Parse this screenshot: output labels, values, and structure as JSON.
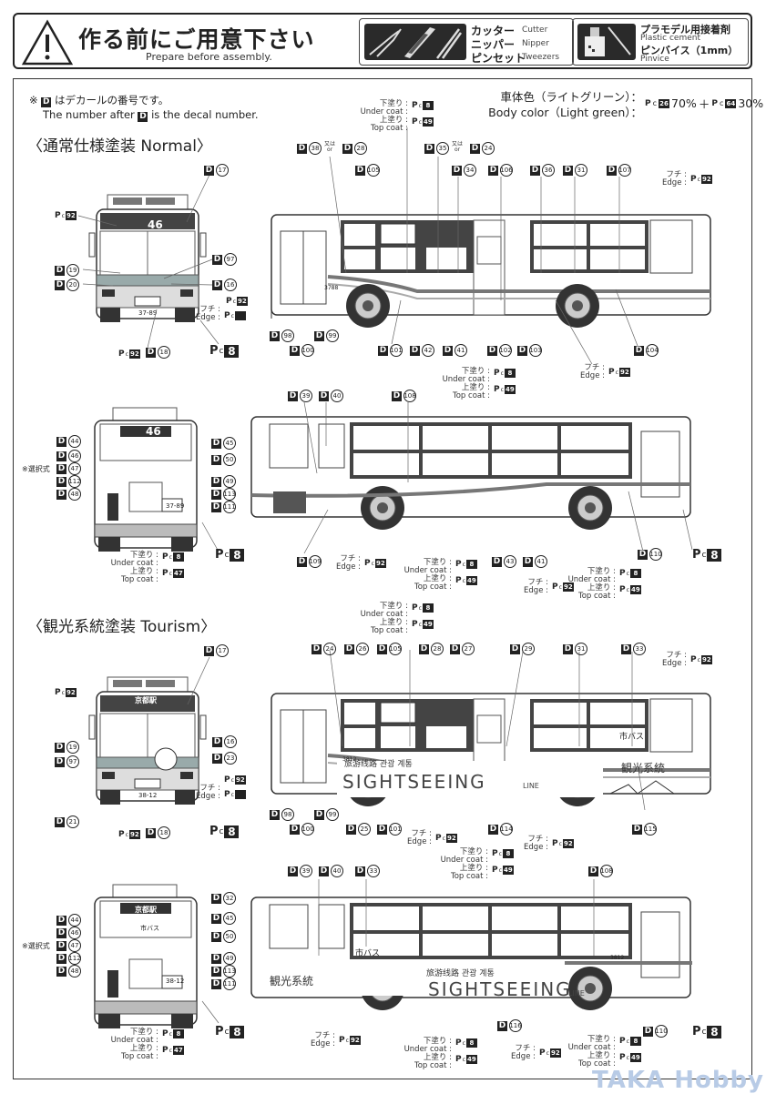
{
  "header": {
    "title": "作る前にご用意下さい",
    "subtitle": "Prepare before assembly.",
    "tools": [
      {
        "jp": "カッター",
        "en": "Cutter"
      },
      {
        "jp": "ニッパー",
        "en": "Nipper"
      },
      {
        "jp": "ピンセット",
        "en": "Tweezers"
      }
    ],
    "supplies": [
      {
        "jp": "プラモデル用接着剤",
        "en": "Plastic cement"
      },
      {
        "jp": "ピンバイス（1mm）",
        "en": "Pinvice"
      }
    ],
    "icons": [
      "warning-triangle-icon",
      "nipper-icon",
      "cutter-icon",
      "tweezers-icon",
      "cement-bottle-icon",
      "pinvice-icon"
    ]
  },
  "notes": {
    "decal_jp": "はデカールの番号です。",
    "decal_en_pre": "The number after",
    "decal_en_post": "is the decal number.",
    "decal_mark": "D",
    "prefix": "※"
  },
  "body_color": {
    "jp": "車体色（ライトグリーン）：",
    "en": "Body color（Light green）：",
    "mix": [
      {
        "paint": "26",
        "pct": "70%"
      },
      {
        "paint": "64",
        "pct": "30%"
      }
    ],
    "plus": "＋"
  },
  "labels": {
    "pc": "P",
    "pc_c": "c",
    "under_jp": "下塗り",
    "under_en": "Under coat",
    "top_jp": "上塗り",
    "top_en": "Top coat",
    "edge_jp": "フチ",
    "edge_en": "Edge",
    "or_jp": "又は",
    "or_en": "or",
    "selectable": "※選択式"
  },
  "sections": {
    "normal": "〈通常仕様塗装 Normal〉",
    "tourism": "〈観光系統塗装 Tourism〉"
  },
  "bus_text": {
    "normal_route": "46",
    "normal_fleet": "3788",
    "normal_plate": "37-89",
    "tourism_fleet": "3812",
    "tourism_plate": "38-12",
    "tourism_dest": "京都駅",
    "tourism_sightseeing": "SIGHTSEEING",
    "tourism_line": "LINE",
    "tourism_kanko": "観光系統",
    "tourism_citybus": "市バス",
    "tourism_multilang": "旅游线路  관광 계통"
  },
  "callouts": {
    "normal_side": [
      "38",
      "28",
      "105",
      "35",
      "24",
      "34",
      "106",
      "36",
      "31",
      "107",
      "98",
      "100",
      "99",
      "101",
      "42",
      "41",
      "102",
      "103",
      "104"
    ],
    "normal_front": [
      "17",
      "19",
      "20",
      "97",
      "16",
      "18"
    ],
    "normal_rear": [
      "44",
      "46",
      "47",
      "112",
      "48",
      "45",
      "50",
      "49",
      "113",
      "111"
    ],
    "normal_side2": [
      "39",
      "40",
      "108",
      "109",
      "43",
      "41",
      "110"
    ],
    "tourism_front": [
      "17",
      "19",
      "97",
      "16",
      "23",
      "21",
      "18"
    ],
    "tourism_side": [
      "24",
      "26",
      "105",
      "28",
      "27",
      "29",
      "31",
      "33",
      "98",
      "100",
      "99",
      "25",
      "101",
      "114",
      "115"
    ],
    "tourism_rear": [
      "32",
      "44",
      "46",
      "47",
      "112",
      "48",
      "45",
      "50",
      "49",
      "113",
      "111"
    ],
    "tourism_side2": [
      "39",
      "40",
      "33",
      "108",
      "116",
      "110"
    ]
  },
  "paints": {
    "edge": "92",
    "under": "8",
    "top_side": "49",
    "top_rear": "47",
    "bumper": "8"
  },
  "watermark": "TAKA Hobby"
}
